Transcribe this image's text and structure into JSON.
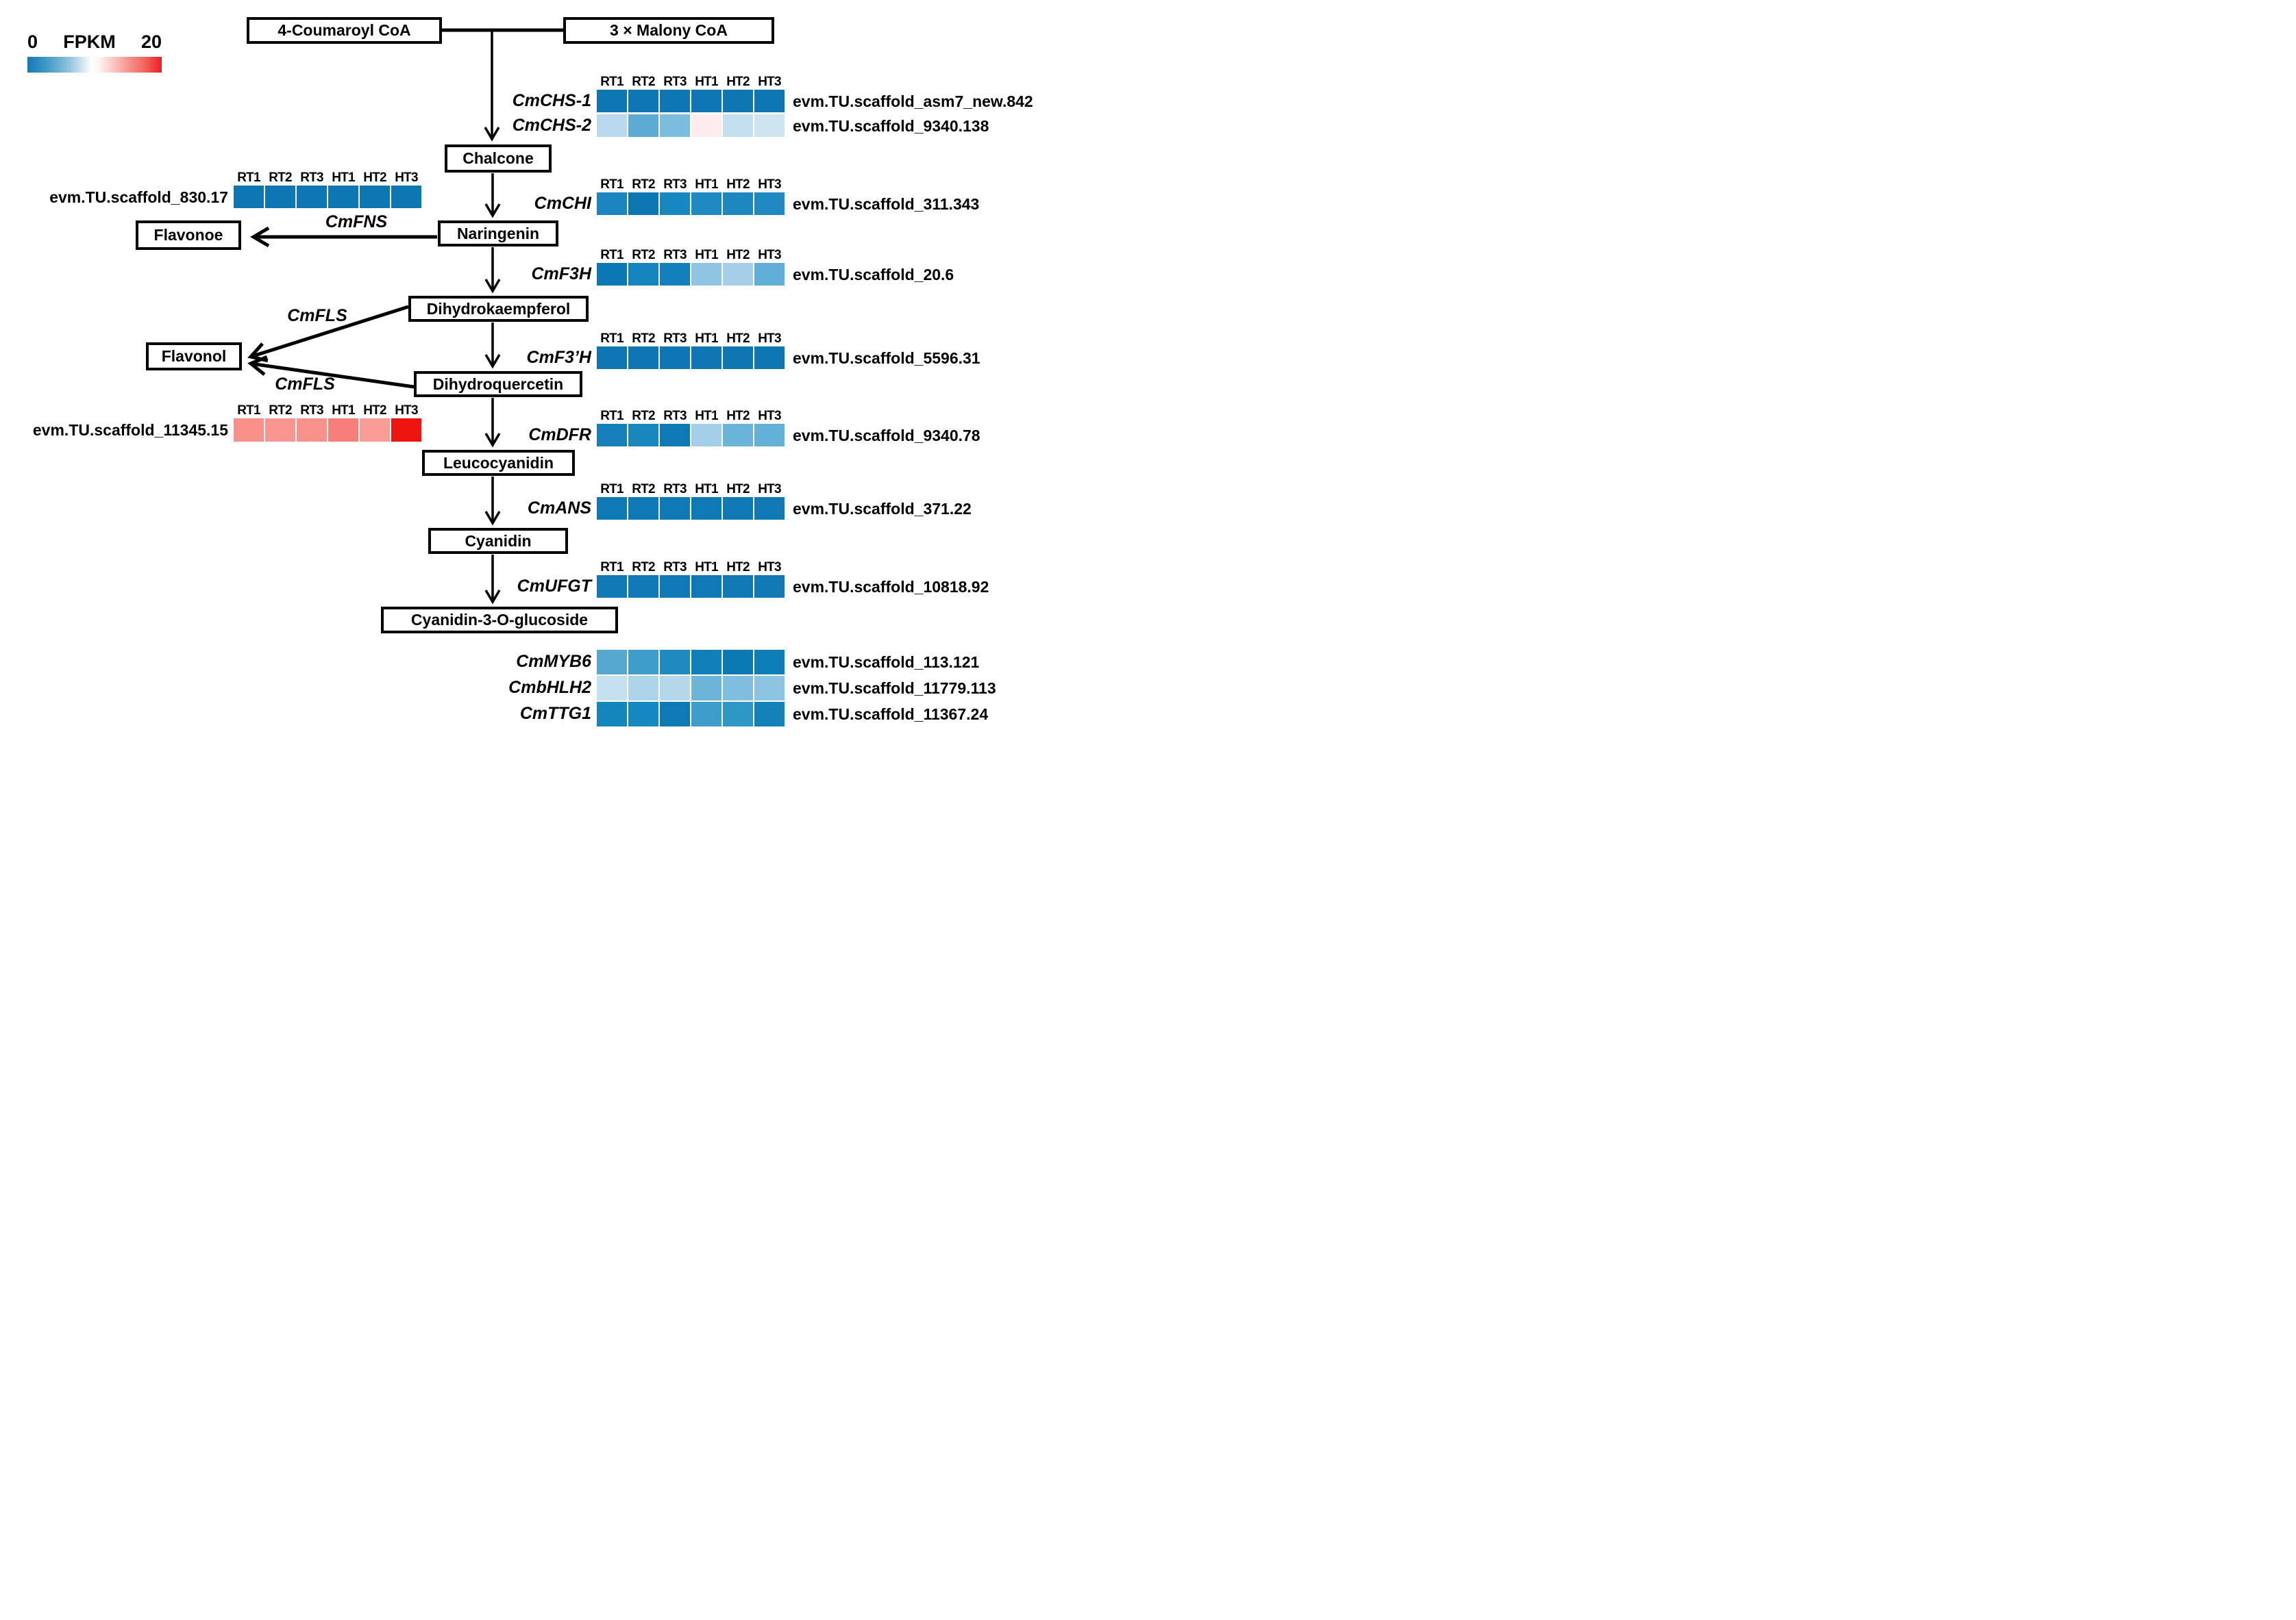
{
  "legend": {
    "min_label": "0",
    "scale_label": "FPKM",
    "max_label": "20",
    "low_color": "#1878b4",
    "mid_color": "#ffffff",
    "high_color": "#ec1c24"
  },
  "substrates": {
    "left": "4-Coumaroyl CoA",
    "right": "3 × Malony CoA"
  },
  "metabolites": [
    "Chalcone",
    "Naringenin",
    "Dihydrokaempferol",
    "Dihydroquercetin",
    "Leucocyanidin",
    "Cyanidin",
    "Cyanidin-3-O-glucoside"
  ],
  "branch_products": [
    "Flavonoe",
    "Flavonol"
  ],
  "branch_enzymes": {
    "fns": "CmFNS",
    "fls_upper": "CmFLS",
    "fls_lower": "CmFLS"
  },
  "sample_labels": [
    "RT1",
    "RT2",
    "RT3",
    "HT1",
    "HT2",
    "HT3"
  ],
  "heatmap_rows": [
    {
      "id": "cmchs1",
      "gene": "CmCHS-1",
      "scaffold": "evm.TU.scaffold_asm7_new.842",
      "show_header": true,
      "cells": [
        "#0e76b3",
        "#0e76b3",
        "#0e76b3",
        "#0e76b3",
        "#0e76b3",
        "#0e76b3"
      ]
    },
    {
      "id": "cmchs2",
      "gene": "CmCHS-2",
      "scaffold": "evm.TU.scaffold_9340.138",
      "show_header": false,
      "cells": [
        "#b9daee",
        "#5cabd4",
        "#7cbcdd",
        "#fdecec",
        "#c4e0f0",
        "#cfe4f1"
      ]
    },
    {
      "id": "fns",
      "gene": null,
      "scaffold": "evm.TU.scaffold_830.17",
      "show_header": true,
      "cells": [
        "#0e76b3",
        "#0e76b3",
        "#0e76b3",
        "#0e76b3",
        "#0e76b3",
        "#0e76b3"
      ]
    },
    {
      "id": "cmchi",
      "gene": "CmCHI",
      "scaffold": "evm.TU.scaffold_311.343",
      "show_header": true,
      "cells": [
        "#1a85be",
        "#0d77b4",
        "#1787bf",
        "#1f8ac1",
        "#1d88c0",
        "#1f8ac1"
      ]
    },
    {
      "id": "cmf3h",
      "gene": "CmF3H",
      "scaffold": "evm.TU.scaffold_20.6",
      "show_header": true,
      "cells": [
        "#0c77b5",
        "#1583bd",
        "#1480bb",
        "#8fc4e2",
        "#a5cfe9",
        "#5fafd8"
      ]
    },
    {
      "id": "cmf3ph",
      "gene": "CmF3’H",
      "scaffold": "evm.TU.scaffold_5596.31",
      "show_header": true,
      "cells": [
        "#0e76b3",
        "#0e76b3",
        "#0e76b3",
        "#0e76b3",
        "#0e76b3",
        "#0e76b3"
      ]
    },
    {
      "id": "fls",
      "gene": null,
      "scaffold": "evm.TU.scaffold_11345.15",
      "show_header": true,
      "cells": [
        "#f9908a",
        "#fa958f",
        "#fa928c",
        "#f87e79",
        "#fa9d97",
        "#ee1410"
      ]
    },
    {
      "id": "cmdfr",
      "gene": "CmDFR",
      "scaffold": "evm.TU.scaffold_9340.78",
      "show_header": true,
      "cells": [
        "#1580ba",
        "#1a86be",
        "#0f79b5",
        "#a3cfe8",
        "#6bb4d9",
        "#65b0d6"
      ]
    },
    {
      "id": "cmans",
      "gene": "CmANS",
      "scaffold": "evm.TU.scaffold_371.22",
      "show_header": true,
      "cells": [
        "#0f79b6",
        "#0f79b6",
        "#0f79b6",
        "#0f79b6",
        "#0f79b6",
        "#0f79b6"
      ]
    },
    {
      "id": "cmufgt",
      "gene": "CmUFGT",
      "scaffold": "evm.TU.scaffold_10818.92",
      "show_header": true,
      "cells": [
        "#0f79b6",
        "#0f79b6",
        "#0f79b6",
        "#0f79b6",
        "#0f79b6",
        "#0f79b6"
      ]
    },
    {
      "id": "cmmyb6",
      "gene": "CmMYB6",
      "scaffold": "evm.TU.scaffold_113.121",
      "show_header": false,
      "cells": [
        "#56a8d1",
        "#3f9dcb",
        "#1f8abf",
        "#0f80b8",
        "#0b79b3",
        "#0d7eb6"
      ]
    },
    {
      "id": "cmbhlh2",
      "gene": "CmbHLH2",
      "scaffold": "evm.TU.scaffold_11779.113",
      "show_header": false,
      "cells": [
        "#c6e0ef",
        "#aed4e9",
        "#b4d8ea",
        "#6cb4d8",
        "#7fbede",
        "#8cc4e1"
      ]
    },
    {
      "id": "cmttg1",
      "gene": "CmTTG1",
      "scaffold": "evm.TU.scaffold_11367.24",
      "show_header": false,
      "cells": [
        "#1586bc",
        "#1389bf",
        "#0d7ab3",
        "#3e9dc9",
        "#2f97c5",
        "#1282b9"
      ]
    }
  ]
}
